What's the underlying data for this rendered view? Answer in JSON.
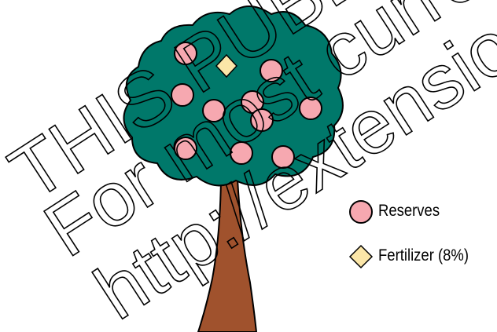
{
  "colors": {
    "canopy": "#00786a",
    "trunk": "#a0522d",
    "reserve": "#f6a8b0",
    "fertilizer": "#fbe6a8",
    "outline": "#000000"
  },
  "legend": {
    "reserves_label": "Reserves",
    "fertilizer_label": "Fertilizer (8%)"
  },
  "watermark": {
    "line1": "THIS PUBLICATION IS OUT OF DATE.",
    "line2": "For most current information:",
    "line3": "http://extension.oregonstate.edu/catalog"
  }
}
